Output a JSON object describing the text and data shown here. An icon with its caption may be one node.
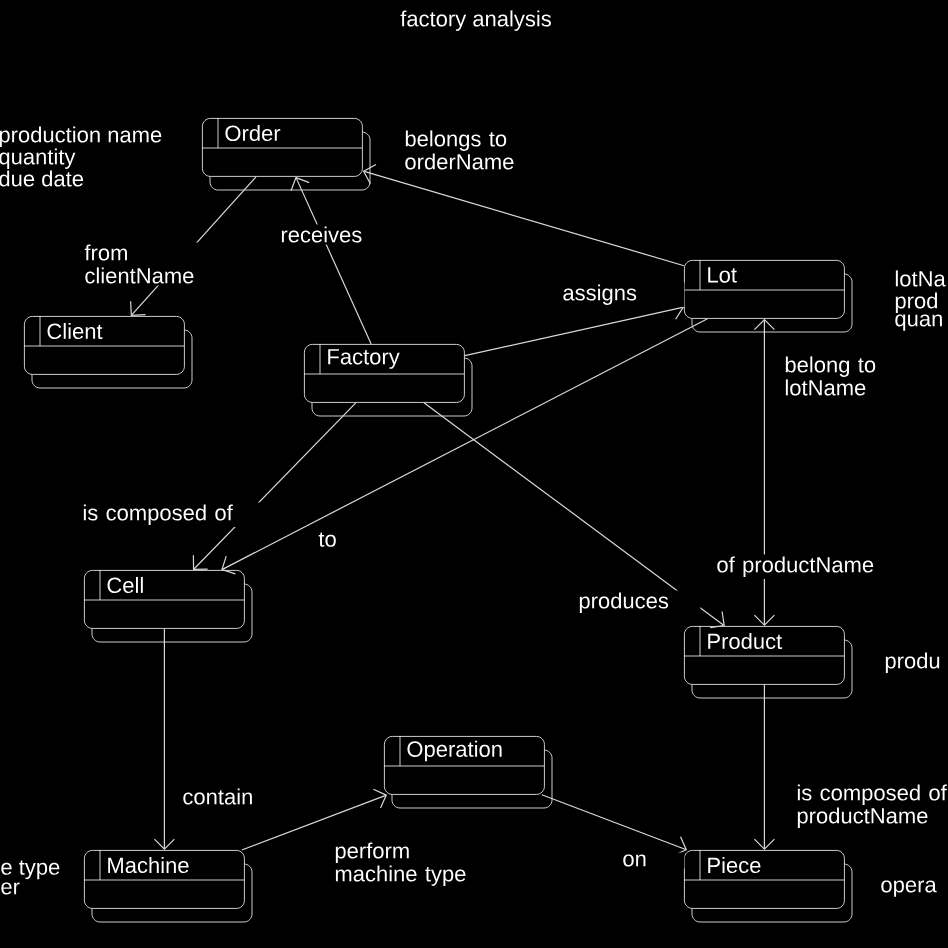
{
  "diagram": {
    "title": "factory analysis",
    "nodes": [
      {
        "text": [
          "Order"
        ],
        "beside": [
          "production name",
          "quantity",
          "due date"
        ]
      },
      {
        "text": [
          "Client"
        ]
      },
      {
        "text": [
          "Factory"
        ]
      },
      {
        "text": [
          "Lot"
        ],
        "beside": [
          "lotNa",
          "prod",
          "quan"
        ]
      },
      {
        "text": [
          "Cell"
        ]
      },
      {
        "text": [
          "Product"
        ],
        "beside": [
          "produ"
        ]
      },
      {
        "text": [
          "Operation"
        ]
      },
      {
        "text": [
          "Machine"
        ],
        "beside": [
          "e type",
          "er"
        ]
      },
      {
        "text": [
          "Piece"
        ],
        "beside": [
          "opera"
        ]
      }
    ],
    "edges": [
      {
        "from": 0,
        "to": 1,
        "arrow": "to",
        "label": "from clientName"
      },
      {
        "from": 2,
        "to": 0,
        "arrow": "to",
        "label": "receives"
      },
      {
        "from": 3,
        "to": 0,
        "arrow": "to",
        "label": "belongs to orderName"
      },
      {
        "from": 2,
        "to": 3,
        "arrow": "to",
        "label": "assigns"
      },
      {
        "from": 2,
        "to": 4,
        "arrow": "to",
        "label": "is composed of"
      },
      {
        "from": 3,
        "to": 4,
        "arrow": "to",
        "label": "to"
      },
      {
        "from": 2,
        "to": 5,
        "arrow": "to",
        "label": "produces"
      },
      {
        "from": 5,
        "to": 3,
        "arrow": "both",
        "label": "belong to lotName"
      },
      {
        "from": 4,
        "to": 7,
        "arrow": "to",
        "label": "contain"
      },
      {
        "from": 7,
        "to": 6,
        "arrow": "to",
        "label": "perform machine type"
      },
      {
        "from": 6,
        "to": 8,
        "arrow": "to",
        "label": "on"
      },
      {
        "from": 5,
        "to": 8,
        "arrow": "to",
        "label": "is composed of productName"
      }
    ],
    "labels": [
      "of productName"
    ]
  }
}
